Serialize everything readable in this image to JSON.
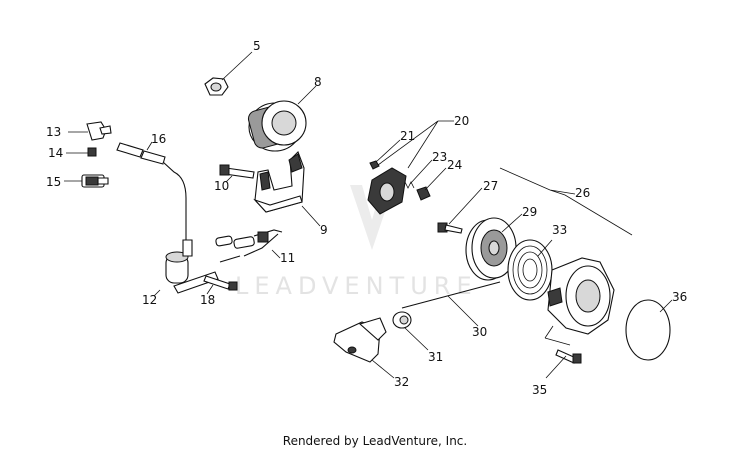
{
  "watermark": "LEADVENTURE",
  "footer": "Rendered by LeadVenture, Inc.",
  "labels": {
    "p5": "5",
    "p8": "8",
    "p13": "13",
    "p16": "16",
    "p14": "14",
    "p15": "15",
    "p10": "10",
    "p9": "9",
    "p11": "11",
    "p12": "12",
    "p18": "18",
    "p20": "20",
    "p21": "21",
    "p23": "23",
    "p24": "24",
    "p27": "27",
    "p26": "26",
    "p29": "29",
    "p33": "33",
    "p36": "36",
    "p30": "30",
    "p31": "31",
    "p32": "32",
    "p35": "35"
  }
}
